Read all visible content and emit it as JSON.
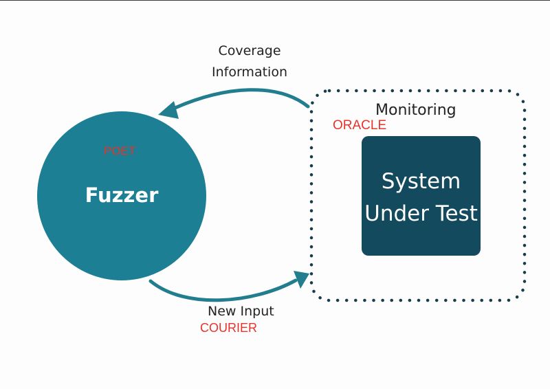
{
  "labels": {
    "coverage_line1": "Coverage",
    "coverage_line2": "Information",
    "monitoring": "Monitoring",
    "oracle": "ORACLE",
    "poet": "POET",
    "fuzzer": "Fuzzer",
    "sut_line1": "System",
    "sut_line2": "Under Test",
    "new_input": "New Input",
    "courier": "COURIER"
  },
  "colors": {
    "fuzzer_fill": "#1d7f93",
    "sut_fill": "#134a5e",
    "arrow": "#227d8e",
    "dotted_border": "#173d4d",
    "annotation_red": "#e8322a"
  }
}
